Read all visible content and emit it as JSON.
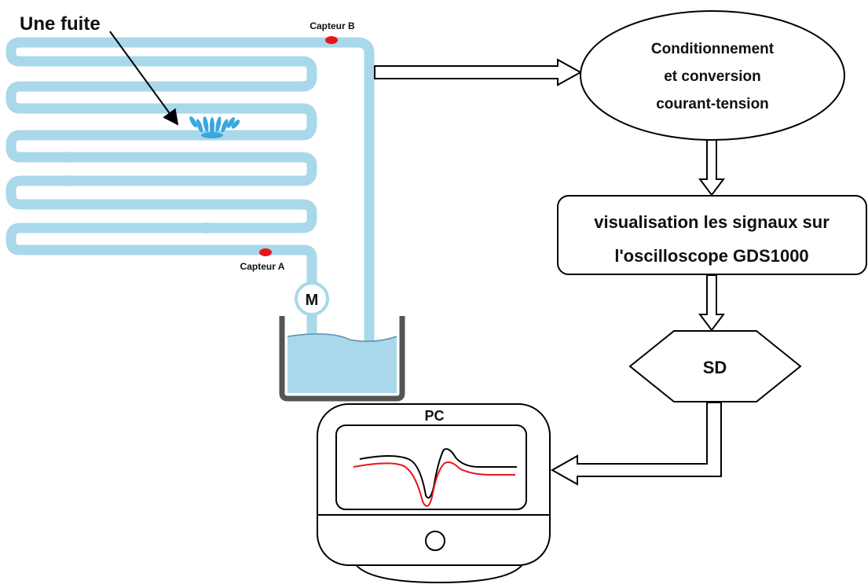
{
  "labels": {
    "leak": "Une fuite",
    "sensor_b": "Capteur B",
    "sensor_a": "Capteur A",
    "motor": "M",
    "pc": "PC"
  },
  "blocks": {
    "conditioning_line1": "Conditionnement",
    "conditioning_line2": "et conversion",
    "conditioning_line3": "courant-tension",
    "oscilloscope_line1": "visualisation les signaux sur",
    "oscilloscope_line2": "l'oscilloscope GDS1000",
    "storage": "SD"
  },
  "colors": {
    "pipe": "#a8d8ea",
    "water": "#a8d8ea",
    "sensor": "#e8161c",
    "leak_spray": "#3aa7e0",
    "signal_black": "#000000",
    "signal_red": "#e8161c",
    "tank_wall": "#555555"
  }
}
